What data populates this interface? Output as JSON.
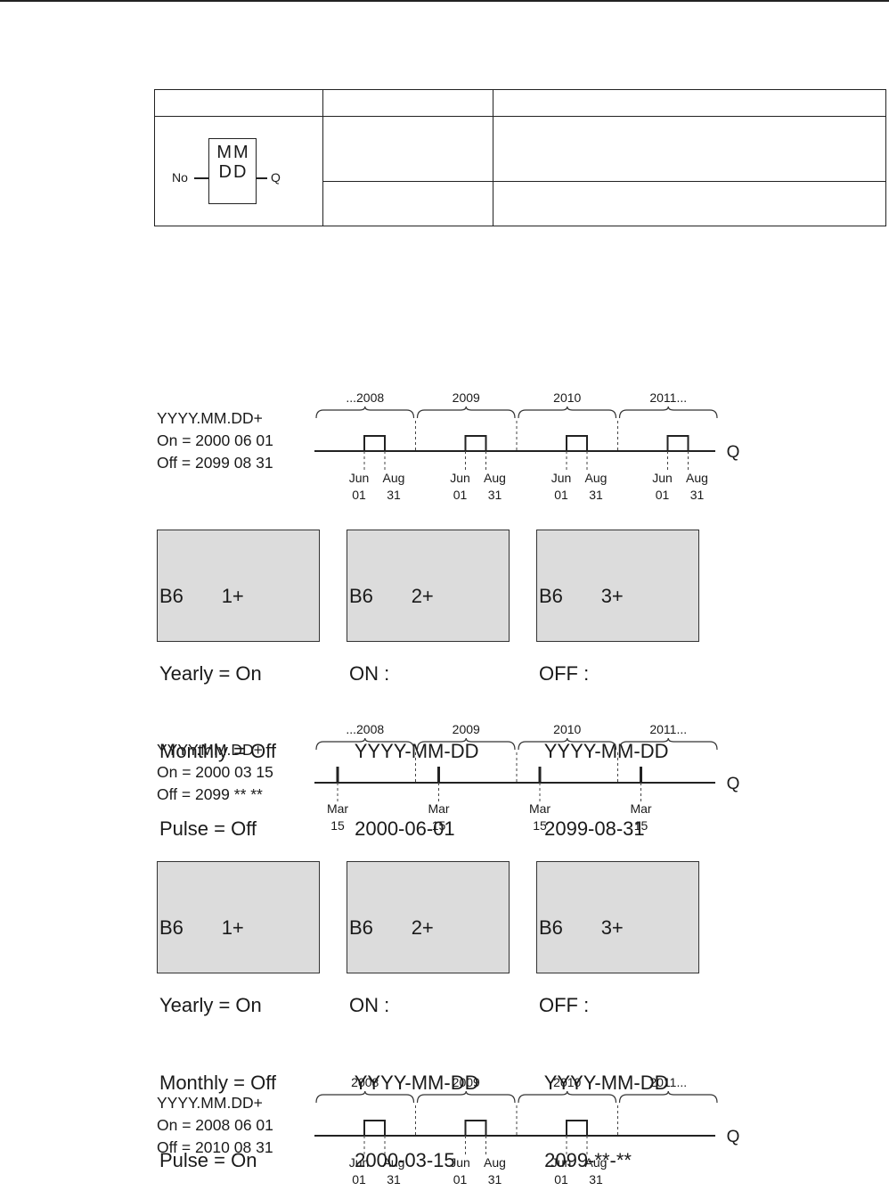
{
  "symbol": {
    "line1": "MM",
    "line2": "DD",
    "input": "No",
    "output": "Q"
  },
  "timelines": [
    {
      "params": [
        "YYYY.MM.DD+",
        "On = 2000 06 01",
        "Off = 2099 08 31"
      ],
      "years": [
        "...2008",
        "2009",
        "2010",
        "2011..."
      ],
      "mode": "span",
      "pulses_in_years": [
        0,
        1,
        2,
        3
      ],
      "date_labels": [
        [
          "Jun",
          "01"
        ],
        [
          "Aug",
          "31"
        ]
      ],
      "output": "Q"
    },
    {
      "params": [
        "YYYY.MM.DD+",
        "On = 2000 03 15",
        "Off = 2099 **  **"
      ],
      "years": [
        "...2008",
        "2009",
        "2010",
        "2011..."
      ],
      "mode": "pulse",
      "pulses_in_years": [
        0,
        1,
        2,
        3
      ],
      "date_labels": [
        [
          "Mar",
          "15"
        ]
      ],
      "output": "Q"
    },
    {
      "params": [
        "YYYY.MM.DD+",
        "On = 2008 06 01",
        "Off = 2010 08 31"
      ],
      "years": [
        "2008",
        "2009",
        "2010",
        "2011..."
      ],
      "mode": "span",
      "pulses_in_years": [
        0,
        1,
        2
      ],
      "date_labels": [
        [
          "Jun",
          "01"
        ],
        [
          "Aug",
          "31"
        ]
      ],
      "output": "Q"
    }
  ],
  "lcd_groups": [
    [
      [
        "B6       1+",
        "Yearly = On",
        "Monthly = Off",
        "Pulse = Off"
      ],
      [
        "B6       2+",
        "ON :",
        " YYYY-MM-DD",
        " 2000-06-01"
      ],
      [
        "B6       3+",
        "OFF :",
        " YYYY-MM-DD",
        " 2099-08-31"
      ]
    ],
    [
      [
        "B6       1+",
        "Yearly = On",
        "Monthly = Off",
        "Pulse = On"
      ],
      [
        "B6       2+",
        "ON :",
        " YYYY-MM-DD",
        " 2000-03-15"
      ],
      [
        "B6       3+",
        "OFF :",
        " YYYY-MM-DD",
        " 2099-**-**"
      ]
    ]
  ]
}
